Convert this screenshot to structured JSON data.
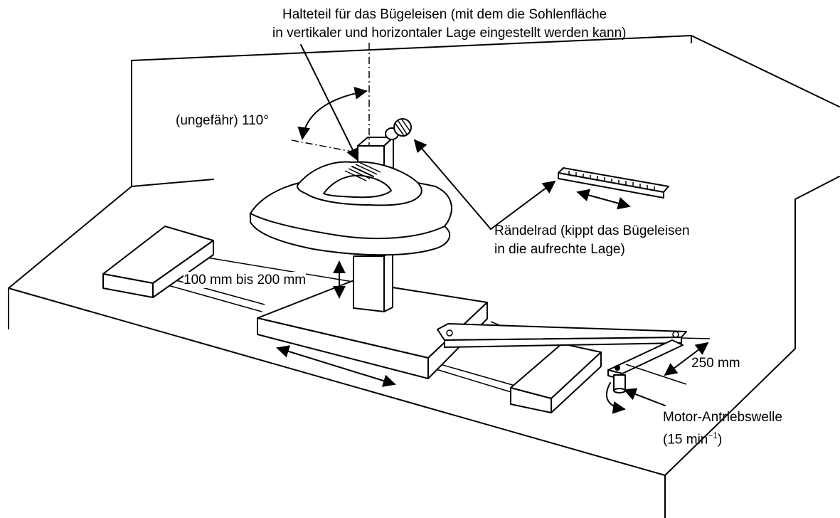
{
  "labels": {
    "holder_line1": "Halteteil für das Bügeleisen (mit dem die Sohlenfläche",
    "holder_line2": "in vertikaler und horizontaler Lage eingestellt werden kann)",
    "angle": "(ungefähr) 110°",
    "knurled_line1": "Rändelrad (kippt das Bügeleisen",
    "knurled_line2": "in die aufrechte Lage)",
    "height_range": "100 mm bis 200 mm",
    "arm_length": "250 mm",
    "motor_line1": "Motor-Antriebswelle",
    "motor_line2_prefix": "(15 min",
    "motor_line2_exp": "−1",
    "motor_line2_suffix": ")"
  }
}
